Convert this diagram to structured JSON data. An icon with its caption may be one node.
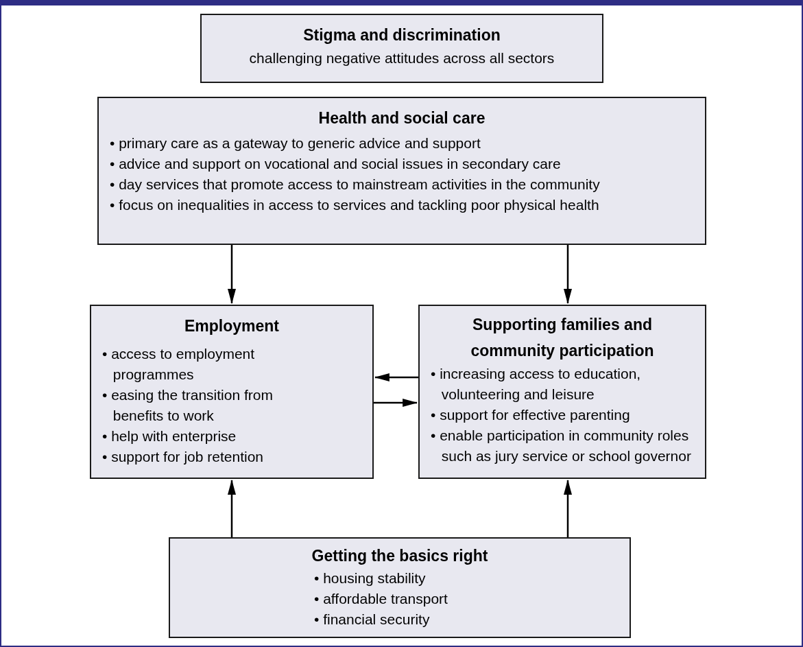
{
  "diagram": {
    "nodes": [
      {
        "text": [
          "Stigma and discrimination",
          "challenging negative attitudes across all sectors"
        ]
      },
      {
        "text": [
          "Health and social care",
          "• primary care as a gateway to generic advice and support",
          "• advice and support on vocational and social issues in secondary care",
          "• day services that promote access to mainstream activities in the community",
          "• focus on inequalities in access to services and tackling poor physical health"
        ]
      },
      {
        "text": [
          "Employment",
          "• access to employment programmes",
          "• easing the transition from benefits to work",
          "• help with enterprise",
          "• support for job retention"
        ]
      },
      {
        "text": [
          "Supporting families and community participation",
          "• increasing access to education, volunteering and leisure",
          "• support for effective parenting",
          "• enable participation in community roles such as jury service or school governor"
        ]
      },
      {
        "text": [
          "Getting the basics right",
          "• housing stability",
          "• affordable transport",
          "• financial security"
        ]
      }
    ],
    "edges": [
      {
        "from": 1,
        "to": 2,
        "arrow": "to"
      },
      {
        "from": 1,
        "to": 3,
        "arrow": "to"
      },
      {
        "from": 3,
        "to": 2,
        "arrow": "to"
      },
      {
        "from": 2,
        "to": 3,
        "arrow": "to"
      },
      {
        "from": 4,
        "to": 2,
        "arrow": "to"
      },
      {
        "from": 4,
        "to": 3,
        "arrow": "to"
      }
    ]
  }
}
